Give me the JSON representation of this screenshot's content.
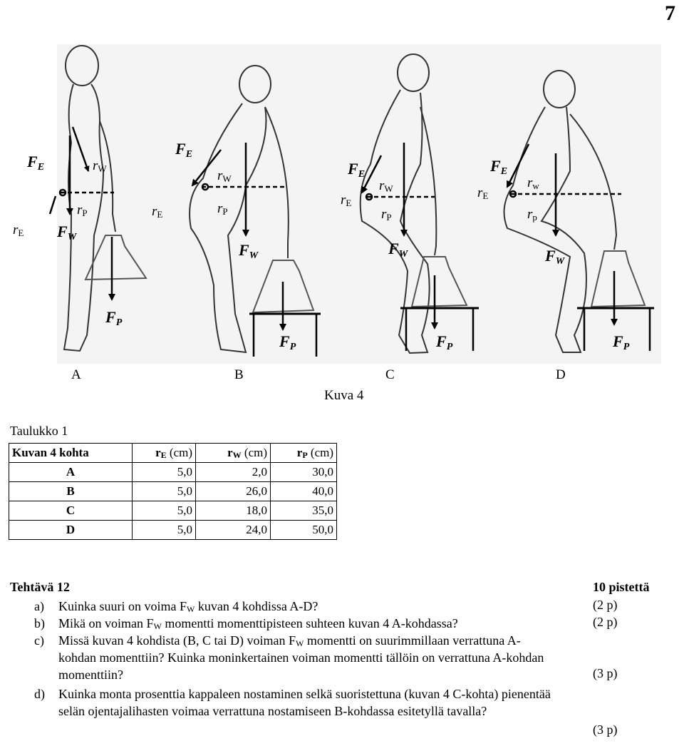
{
  "page_number": "7",
  "figure": {
    "caption": "Kuva 4",
    "panels": [
      "A",
      "B",
      "C",
      "D"
    ],
    "labels": {
      "F": "F",
      "r": "r",
      "E": "E",
      "W": "W",
      "P": "P",
      "w_lower": "w",
      "p_lower": "p"
    }
  },
  "table": {
    "title": "Taulukko 1",
    "header": [
      "Kuvan 4 kohta",
      "r",
      "r",
      "r"
    ],
    "header_subs": [
      "",
      "E",
      "W",
      "P"
    ],
    "header_unit": " (cm)",
    "rows": [
      [
        "A",
        "5,0",
        "2,0",
        "30,0"
      ],
      [
        "B",
        "5,0",
        "26,0",
        "40,0"
      ],
      [
        "C",
        "5,0",
        "18,0",
        "35,0"
      ],
      [
        "D",
        "5,0",
        "24,0",
        "50,0"
      ]
    ]
  },
  "task": {
    "title": "Tehtävä 12",
    "points": "10 pistettä",
    "questions": {
      "a": {
        "letter": "a)",
        "t1": "Kuinka suuri on voima F",
        "s1": "W",
        "t2": " kuvan 4 kohdissa A-D?",
        "points": "(2 p)"
      },
      "b": {
        "letter": "b)",
        "t1": "Mikä on voiman F",
        "s1": "W",
        "t2": " momentti momenttipisteen suhteen kuvan 4 A-kohdassa?",
        "points": "(2 p)"
      },
      "c": {
        "letter": "c)",
        "t1": "Missä kuvan 4 kohdista (B, C tai D) voiman F",
        "s1": "W",
        "t2": " momentti on suurimmillaan verrattuna A-",
        "line2": "kohdan momenttiin? Kuinka moninkertainen voiman momentti tällöin on verrattuna A-kohdan",
        "line3": "momenttiin?",
        "points": "(3 p)"
      },
      "d": {
        "letter": "d)",
        "line1": "Kuinka monta prosenttia kappaleen nostaminen selkä suoristettuna (kuvan 4 C-kohta) pienentää",
        "line2": "selän ojentajalihasten voimaa verrattuna nostamiseen B-kohdassa esitetyllä tavalla?",
        "points": "(3 p)"
      }
    }
  }
}
